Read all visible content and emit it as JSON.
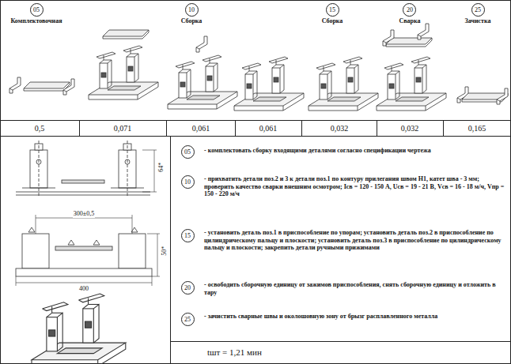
{
  "diagram": {
    "nodes": [
      {
        "text": [
          "05",
          "Комплектовочная"
        ]
      },
      {
        "text": [
          "10",
          "Сборка"
        ]
      },
      {
        "text": [
          "15",
          "Сборка"
        ]
      },
      {
        "text": [
          "20",
          "Сварка"
        ]
      },
      {
        "text": [
          "25",
          "Зачистка"
        ]
      },
      {
        "text": [
          "05"
        ]
      },
      {
        "text": [
          "10"
        ]
      },
      {
        "text": [
          "15"
        ]
      },
      {
        "text": [
          "20"
        ]
      },
      {
        "text": [
          "25"
        ]
      }
    ],
    "labels": [
      "0,5",
      "0,071",
      "0,061",
      "0,061",
      "0,032",
      "0,032",
      "0,165",
      "64*",
      "300±0,5",
      "50*",
      "400",
      "- комплектовать сборку входящими деталями согласно спецификации чертежа",
      "- прихватить детали поз.2 и 3 к детали поз.1 по контуру прилегания швом Н1, катет шва - 3 мм; проверить качество сварки внешним осмотром; Iсв = 120 - 150 А, Uсв = 19 - 21 В, Vсв = 16 - 18 м/ч, Vпр = 150 - 220 м/ч",
      "- установить деталь поз.1 в приспособление по упорам; установить деталь поз.2 в приспособление по цилиндрическому пальцу и плоскости; установить деталь поз.3 в приспособление по цилиндрическому пальцу и плоскости; закрепить детали ручными прижимами",
      "- освободить сборочную единицу от зажимов приспособления, снять сборочную единицу и отложить в тару",
      "- зачистить сварные швы и околошовную зону от брызг расплавленного металла",
      "tшт = 1,21 мин"
    ]
  }
}
